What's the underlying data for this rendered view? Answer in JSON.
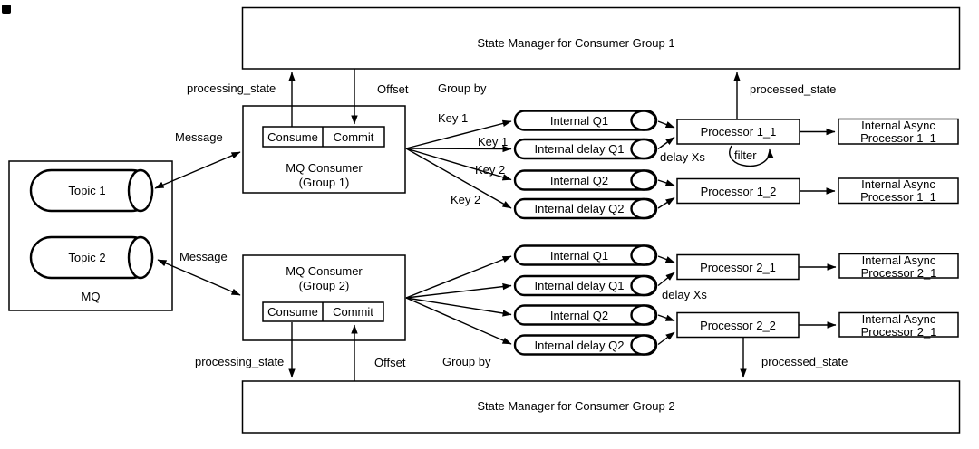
{
  "state_managers": {
    "group1": "State Manager for Consumer Group 1",
    "group2": "State Manager for Consumer Group 2"
  },
  "mq": {
    "label": "MQ",
    "topic1": "Topic 1",
    "topic2": "Topic 2"
  },
  "consumers": {
    "group1": {
      "name": "MQ Consumer",
      "group": "(Group 1)",
      "consume": "Consume",
      "commit": "Commit"
    },
    "group2": {
      "name": "MQ Consumer",
      "group": "(Group 2)",
      "consume": "Consume",
      "commit": "Commit"
    }
  },
  "queues": {
    "group1": {
      "q1": "Internal Q1",
      "delay_q1": "Internal delay Q1",
      "q2": "Internal Q2",
      "delay_q2": "Internal delay Q2"
    },
    "group2": {
      "q1": "Internal Q1",
      "delay_q1": "Internal delay Q1",
      "q2": "Internal Q2",
      "delay_q2": "Internal delay Q2"
    }
  },
  "processors": {
    "p1_1": "Processor 1_1",
    "p1_2": "Processor 1_2",
    "p2_1": "Processor 2_1",
    "p2_2": "Processor 2_2"
  },
  "async_processors": {
    "group1_top": {
      "line1": "Internal Async",
      "line2": "Processor 1_1"
    },
    "group1_bottom": {
      "line1": "Internal Async",
      "line2": "Processor 1_1"
    },
    "group2_top": {
      "line1": "Internal Async",
      "line2": "Processor 2_1"
    },
    "group2_bottom": {
      "line1": "Internal Async",
      "line2": "Processor 2_1"
    }
  },
  "edge_labels": {
    "group1": {
      "message": "Message",
      "processing_state": "processing_state",
      "offset": "Offset",
      "group_by": "Group by",
      "key1_a": "Key 1",
      "key1_b": "Key 1",
      "key2_a": "Key 2",
      "key2_b": "Key 2",
      "delay_xs": "delay Xs",
      "filter": "filter",
      "processed_state": "processed_state"
    },
    "group2": {
      "message": "Message",
      "processing_state": "processing_state",
      "offset": "Offset",
      "group_by": "Group by",
      "delay_xs": "delay Xs",
      "processed_state": "processed_state"
    }
  },
  "colors": {
    "stroke": "#000000",
    "background": "#ffffff"
  }
}
